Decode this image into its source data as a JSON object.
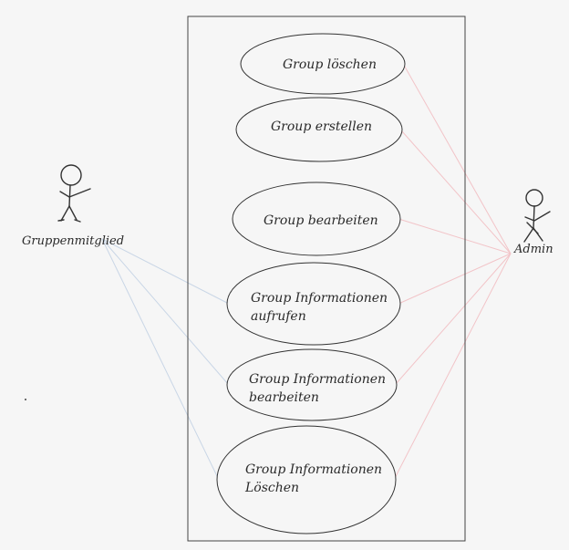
{
  "diagram": {
    "actors": [
      {
        "id": "gruppenmitglied",
        "label": "Gruppenmitglied"
      },
      {
        "id": "admin",
        "label": "Admin"
      }
    ],
    "use_cases": [
      {
        "id": "uc1",
        "lines": [
          "Group löschen"
        ]
      },
      {
        "id": "uc2",
        "lines": [
          "Group erstellen"
        ]
      },
      {
        "id": "uc3",
        "lines": [
          "Group bearbeiten"
        ]
      },
      {
        "id": "uc4",
        "lines": [
          "Group Informationen",
          "aufrufen"
        ]
      },
      {
        "id": "uc5",
        "lines": [
          "Group Informationen",
          "bearbeiten"
        ]
      },
      {
        "id": "uc6",
        "lines": [
          "Group Informationen",
          "Löschen"
        ]
      }
    ],
    "associations": [
      {
        "actor": "admin",
        "use_case": "uc1"
      },
      {
        "actor": "admin",
        "use_case": "uc2"
      },
      {
        "actor": "admin",
        "use_case": "uc3"
      },
      {
        "actor": "admin",
        "use_case": "uc4"
      },
      {
        "actor": "admin",
        "use_case": "uc5"
      },
      {
        "actor": "admin",
        "use_case": "uc6"
      },
      {
        "actor": "gruppenmitglied",
        "use_case": "uc4"
      },
      {
        "actor": "gruppenmitglied",
        "use_case": "uc5"
      },
      {
        "actor": "gruppenmitglied",
        "use_case": "uc6"
      }
    ],
    "colors": {
      "admin_line": "#f2c4c8",
      "member_line": "#c9d6e6",
      "stroke": "#333333",
      "background": "#f6f6f6"
    }
  }
}
